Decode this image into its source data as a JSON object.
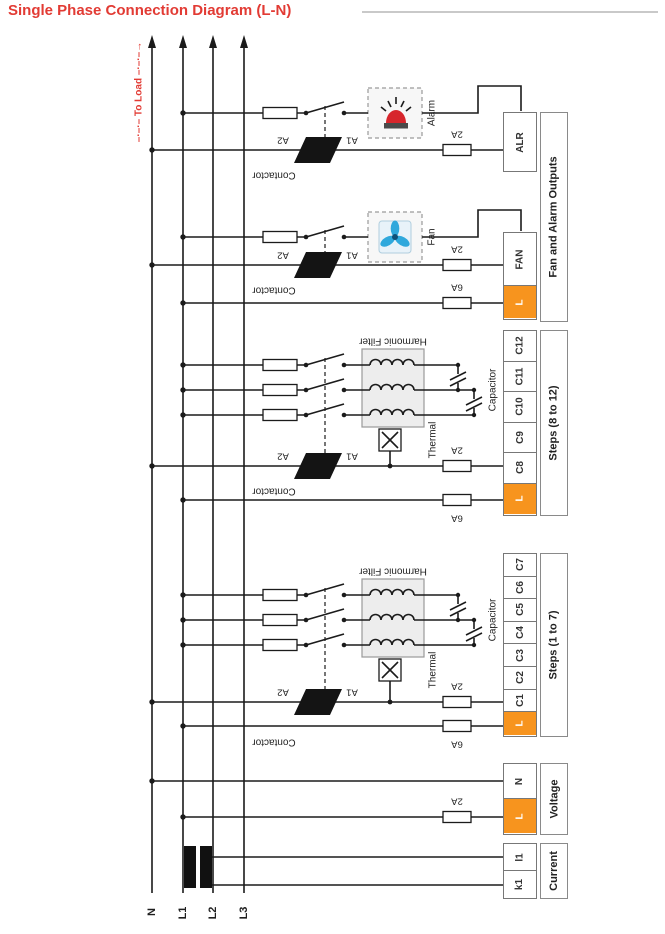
{
  "title": "Single Phase Connection Diagram (L-N)",
  "to_load": "–·–·– To Load –·–·–→",
  "buses": {
    "n": "N",
    "l1": "L1",
    "l2": "L2",
    "l3": "L3"
  },
  "labels": {
    "contactor": "Contactor",
    "a1": "A1",
    "a2": "A2",
    "fuse_2a": "2A",
    "fuse_6a": "6A",
    "harmonic_filter": "Harmonic Filter",
    "thermal": "Thermal",
    "capacitor": "Capacitor",
    "alarm": "Alarm",
    "fan": "Fan"
  },
  "terminals": {
    "alr": {
      "cells": [
        "ALR"
      ]
    },
    "fan": {
      "cells": [
        "FAN",
        "L"
      ]
    },
    "fan_alarm_desc": "Fan and Alarm Outputs",
    "steps8": {
      "cells": [
        "C12",
        "C11",
        "C10",
        "C9",
        "C8",
        "L"
      ],
      "desc": "Steps (8 to 12)"
    },
    "steps1": {
      "cells": [
        "C7",
        "C6",
        "C5",
        "C4",
        "C3",
        "C2",
        "C1",
        "L"
      ],
      "desc": "Steps (1 to 7)"
    },
    "voltage": {
      "cells": [
        "N",
        "L"
      ],
      "desc": "Voltage"
    },
    "current": {
      "cells": [
        "l1",
        "k1"
      ],
      "desc": "Current"
    }
  },
  "colors": {
    "accent_red": "#e23b34",
    "terminal_orange": "#f7941e",
    "fan_blue": "#2fa8dc",
    "alarm_red": "#d7262c"
  }
}
